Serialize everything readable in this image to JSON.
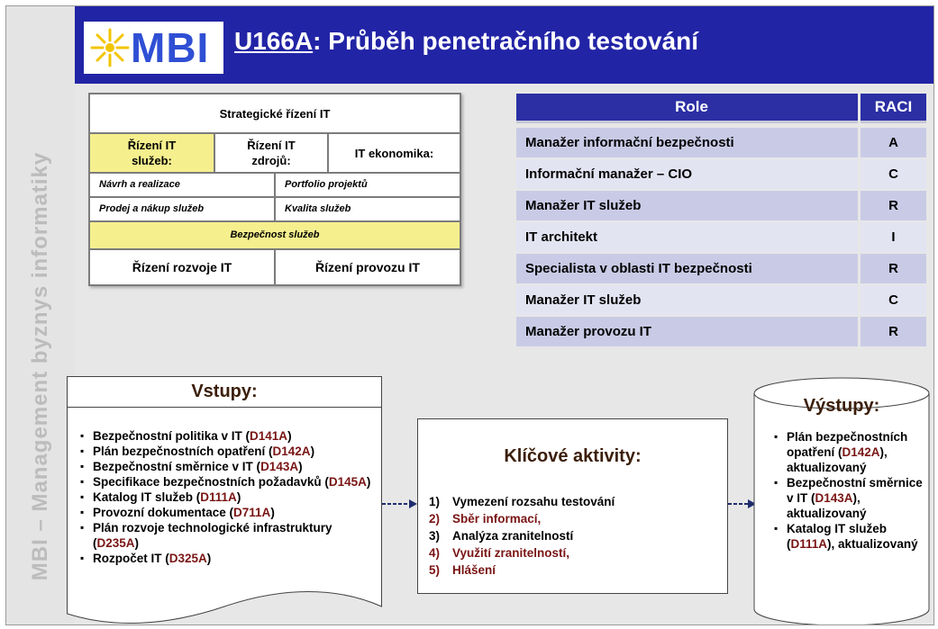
{
  "sidebar": {
    "text": "MBI – Management byznys informatiky"
  },
  "header": {
    "logo_text": "MBI",
    "title_code": "U166A",
    "title_rest": ": Průběh penetračního testování"
  },
  "model": {
    "strategic": "Strategické řízení IT",
    "services": "Řízení IT služeb:",
    "resources": "Řízení IT zdrojů:",
    "economics": "IT ekonomika:",
    "design": "Návrh a realizace",
    "portfolio": "Portfolio projektů",
    "sales": "Prodej a nákup služeb",
    "quality": "Kvalita služeb",
    "security": "Bezpečnost služeb",
    "development": "Řízení rozvoje IT",
    "operations": "Řízení provozu IT"
  },
  "raci": {
    "header_role": "Role",
    "header_raci": "RACI",
    "rows": [
      {
        "role": "Manažer informační bezpečnosti",
        "raci": "A"
      },
      {
        "role": "Informační manažer – CIO",
        "raci": "C"
      },
      {
        "role": "Manažer IT služeb",
        "raci": "R"
      },
      {
        "role": "IT architekt",
        "raci": "I"
      },
      {
        "role": "Specialista v oblasti IT bezpečnosti",
        "raci": "R"
      },
      {
        "role": "Manažer IT služeb",
        "raci": "C"
      },
      {
        "role": "Manažer provozu IT",
        "raci": "R"
      }
    ]
  },
  "inputs": {
    "title": "Vstupy:",
    "items": [
      {
        "text": "Bezpečnostní politika v IT (",
        "code": "D141A",
        "end": ")"
      },
      {
        "text": "Plán bezpečnostních opatření (",
        "code": "D142A",
        "end": ")"
      },
      {
        "text": "Bezpečnostní směrnice v IT (",
        "code": "D143A",
        "end": ")"
      },
      {
        "text": "Specifikace bezpečnostních požadavků (",
        "code": "D145A",
        "end": ")"
      },
      {
        "text": "Katalog IT služeb (",
        "code": "D111A",
        "end": ")"
      },
      {
        "text": "Provozní dokumentace (",
        "code": "D711A",
        "end": ")"
      },
      {
        "text": "Plán rozvoje technologické infrastruktury (",
        "code": "D235A",
        "end": ")"
      },
      {
        "text": "Rozpočet IT (",
        "code": "D325A",
        "end": ")"
      }
    ]
  },
  "activities": {
    "title": "Klíčové aktivity:",
    "items": [
      {
        "num": "1)",
        "text": "Vymezení rozsahu testování"
      },
      {
        "num": "2)",
        "text": "Sběr informací,"
      },
      {
        "num": "3)",
        "text": "Analýza zranitelností"
      },
      {
        "num": "4)",
        "text": "Využití zranitelností,"
      },
      {
        "num": "5)",
        "text": "Hlášení"
      }
    ]
  },
  "outputs": {
    "title": "Výstupy:",
    "items": [
      {
        "text": "Plán bezpečnostních opatření (",
        "code": "D142A",
        "end": "), aktualizovaný"
      },
      {
        "text": "Bezpečnostní směrnice v IT (",
        "code": "D143A",
        "end": "), aktualizovaný"
      },
      {
        "text": "Katalog IT služeb (",
        "code": "D111A",
        "end": "), aktualizovaný"
      }
    ]
  },
  "colors": {
    "header_bg": "#2224a6",
    "highlight_yellow": "#f5ef8e",
    "raci_header": "#2b2fa3",
    "code_color": "#7a1414"
  }
}
